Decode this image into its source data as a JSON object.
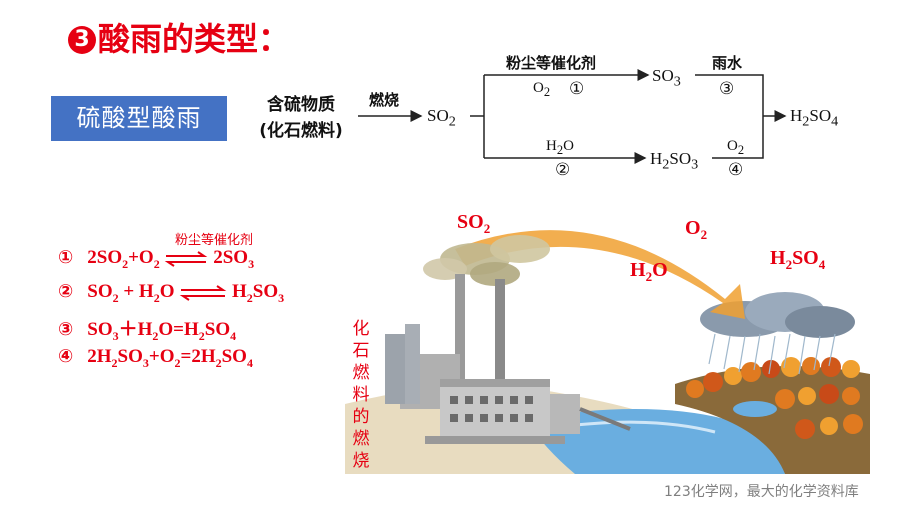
{
  "heading": {
    "number": "3",
    "text": "酸雨的类型："
  },
  "type_label": "硫酸型酸雨",
  "source": {
    "line1": "含硫物质",
    "line2": "(化石燃料)"
  },
  "flow": {
    "burn": "燃烧",
    "so2": "SO",
    "catalyst": "粉尘等催化剂",
    "rain": "雨水",
    "o2": "O",
    "h2o": "H",
    "so3": "SO",
    "h2so3": "H",
    "h2so4": "H",
    "step1": "①",
    "step2": "②",
    "step3": "③",
    "step4": "④"
  },
  "equations": {
    "catalyst_note": "粉尘等催化剂",
    "eq1": {
      "n": "①",
      "lhs": "2SO",
      "plus": "+O",
      "rhs": "2SO"
    },
    "eq2": {
      "n": "②",
      "lhs": "SO",
      "plus": " + H",
      "o": "O",
      "rhs": "H",
      "rhs2": "SO"
    },
    "eq3": {
      "n": "③",
      "text": "SO",
      "mid": "＋H",
      "end": "O=H",
      "end2": "SO"
    },
    "eq4": {
      "n": "④",
      "a": "2H",
      "b": "SO",
      "c": "+O",
      "d": "=2H",
      "e": "SO"
    }
  },
  "scene": {
    "so2": "SO",
    "o2": "O",
    "h2o": "H",
    "h2so4": "H",
    "vertical_caption": [
      "化",
      "石",
      "燃",
      "料",
      "的",
      "燃",
      "烧"
    ],
    "colors": {
      "sky_arrow": "#f0a030",
      "water": "#6aaee0",
      "tree_orange": "#e07a20"
    }
  },
  "footer": "123化学网，最大的化学资料库"
}
